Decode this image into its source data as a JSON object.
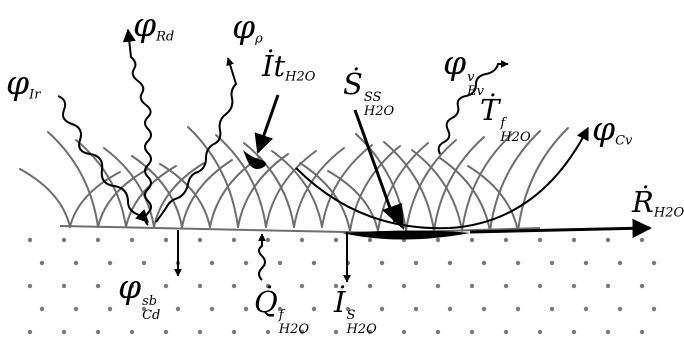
{
  "labels": {
    "phi_rd": {
      "sym": "φ",
      "sub": "Rd"
    },
    "phi_rho": {
      "sym": "φ",
      "sub": "ρ"
    },
    "phi_ir": {
      "sym": "φ",
      "sub": "Ir"
    },
    "it_h2o": {
      "sym": "İt",
      "sub": "H2O"
    },
    "s_ss_h2o": {
      "sym": "Ṡ",
      "sup": "SS",
      "sub": "H2O"
    },
    "phi_ev": {
      "sym": "φ",
      "sup": "v",
      "sub": "Ev"
    },
    "t_f_h2o": {
      "sym": "Ṫ",
      "sup": "f",
      "sub": "H2O"
    },
    "phi_cv": {
      "sym": "φ",
      "sub": "Cv"
    },
    "r_h2o": {
      "sym": "Ṙ",
      "sub": "H2O"
    },
    "phi_cd": {
      "sym": "φ",
      "sup": "sb",
      "sub": "Cd"
    },
    "q_f_h2o": {
      "sym": "Q̇",
      "sup": "f",
      "sub": "H2O"
    },
    "i_s_h2o": {
      "sym": "İ",
      "sup": "S",
      "sub": "H2O"
    }
  },
  "colors": {
    "ink": "#000000",
    "vegetation": "#6e6e6e",
    "soil_dots": "#7a7a7a"
  },
  "icons": [
    "arrow-head-icon",
    "grass-stroke-icon",
    "soil-dot-icon"
  ]
}
